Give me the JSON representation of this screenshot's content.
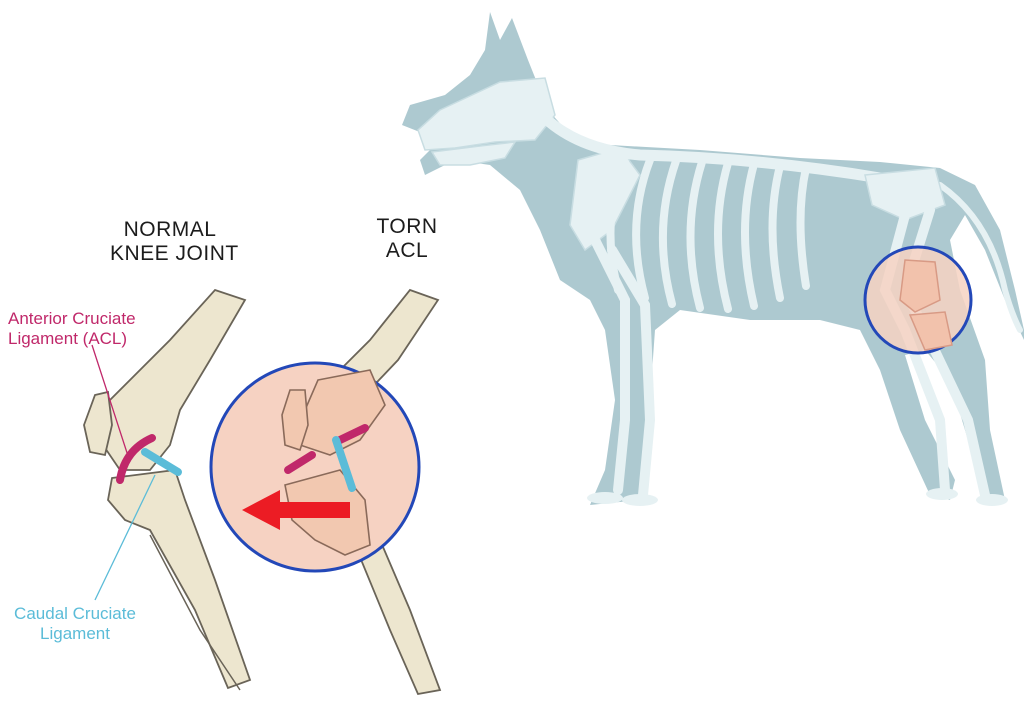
{
  "headings": {
    "normal": [
      "NORMAL",
      "KNEE JOINT"
    ],
    "torn": [
      "TORN",
      "ACL"
    ]
  },
  "labels": {
    "acl": [
      "Anterior Cruciate",
      "Ligament (ACL)"
    ],
    "ccl": [
      "Caudal Cruciate",
      "Ligament"
    ]
  },
  "colors": {
    "acl": "#c0286a",
    "ccl": "#5bbcd8",
    "bone": "#ede6cf",
    "bone_outline": "#6a6458",
    "dog_body": "#a9c6cd",
    "dog_skeleton": "#e6f1f3",
    "highlight_circle": "#2348b8",
    "highlight_fill": "#f6d2c2",
    "arrow": "#ec1c24"
  },
  "icons": [
    "red-arrow-icon"
  ]
}
